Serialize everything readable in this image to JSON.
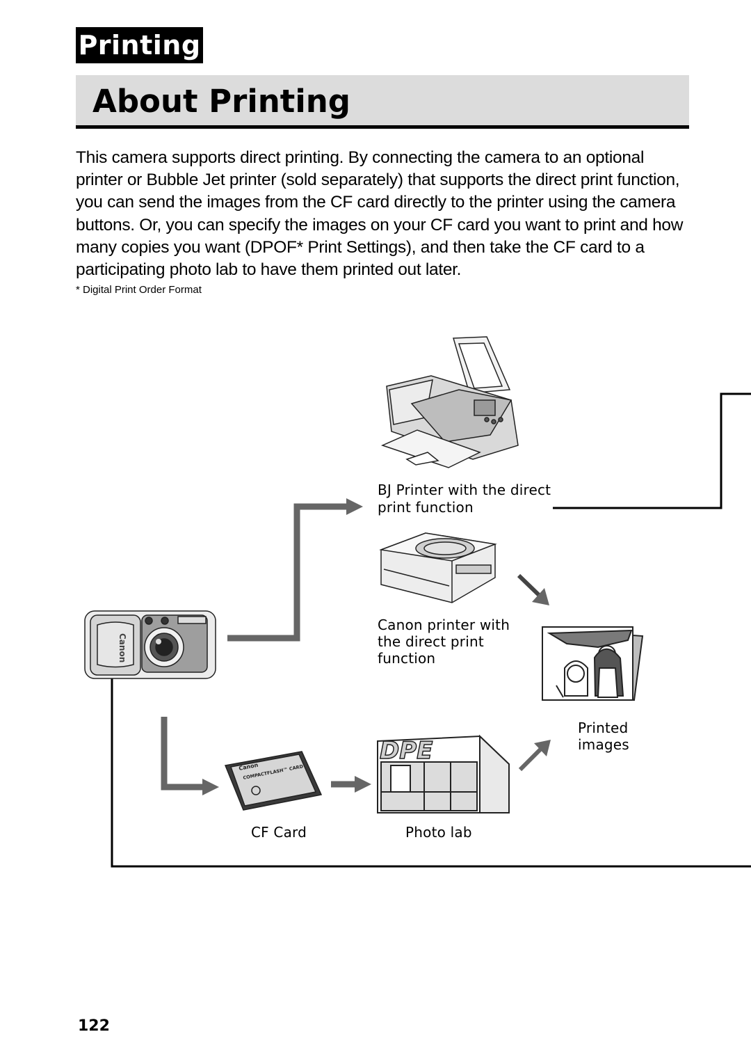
{
  "header": {
    "section_tab": "Printing",
    "title": "About Printing"
  },
  "body": {
    "paragraph": "This camera supports direct printing. By connecting the camera to an optional printer or Bubble Jet printer (sold separately) that supports the direct print function, you can send the images from the CF card directly to the printer using the camera buttons. Or, you can specify the images on your CF card you want to print and how many copies you want (DPOF* Print Settings), and then take the CF card to a participating photo lab to have them printed out later.",
    "footnote": "*   Digital Print Order Format"
  },
  "diagram": {
    "bj_printer_label_1": "BJ Printer with the direct",
    "bj_printer_label_2": "print function",
    "canon_printer_label_1": "Canon printer with",
    "canon_printer_label_2": "the direct print",
    "canon_printer_label_3": "function",
    "printed_images_label_1": "Printed",
    "printed_images_label_2": "images",
    "cf_card_label": "CF Card",
    "photo_lab_label": "Photo lab",
    "camera_brand": "Canon",
    "cf_card_brand": "Canon",
    "cf_card_text": "COMPACTFLASH™ CARD",
    "photo_lab_sign": "DPE",
    "icons": [
      "camera-illustration",
      "bj-printer-illustration",
      "canon-printer-illustration",
      "printed-photo-illustration",
      "cf-card-illustration",
      "photo-lab-illustration"
    ]
  },
  "footer": {
    "page_number": "122"
  }
}
